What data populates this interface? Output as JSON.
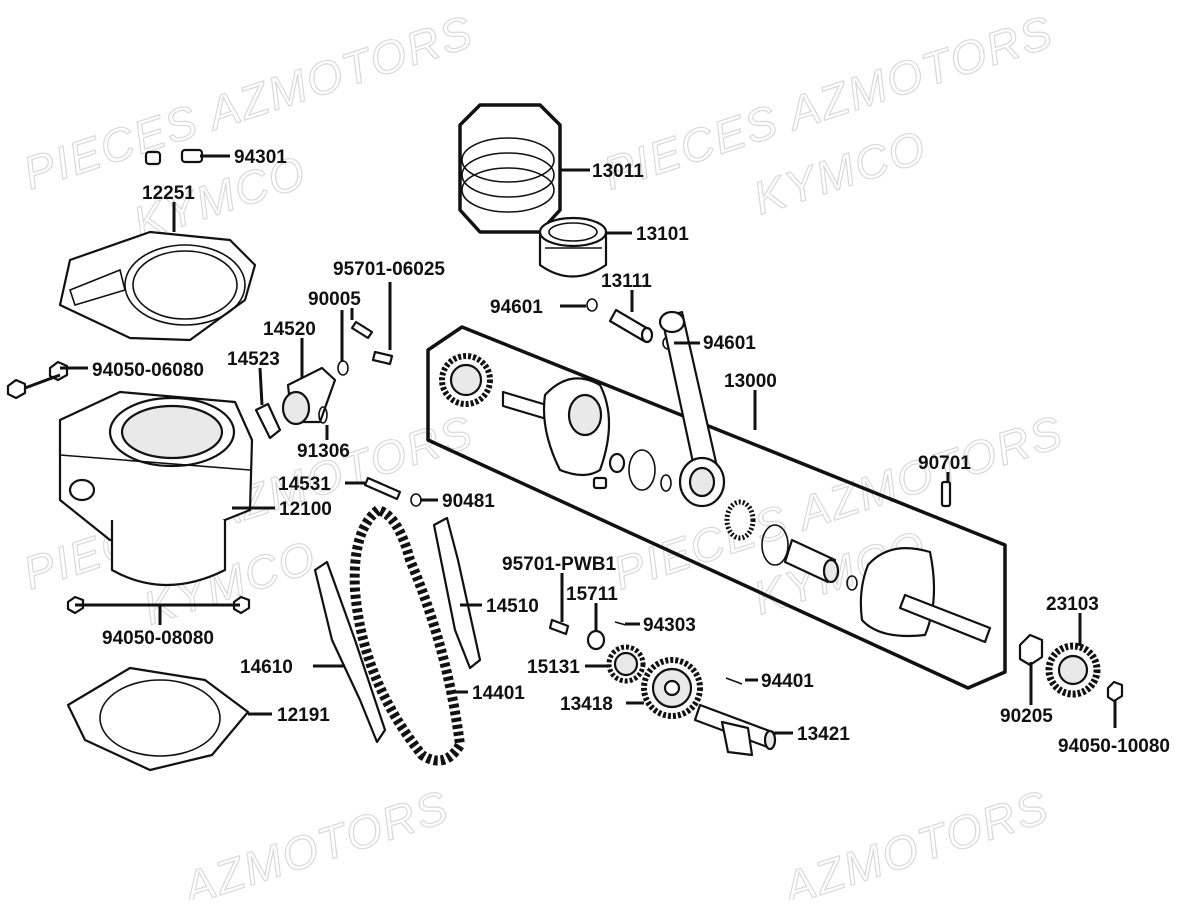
{
  "watermark": {
    "line1": "PIECES AZMOTORS",
    "line2": "KYMCO",
    "line3": "AZMOTORS"
  },
  "callouts": {
    "c94301": "94301",
    "c12251": "12251",
    "c13011": "13011",
    "c13101": "13101",
    "c13111": "13111",
    "c94601a": "94601",
    "c94601b": "94601",
    "c95701_06025": "95701-06025",
    "c90005": "90005",
    "c14520": "14520",
    "c14523": "14523",
    "c94050_06080": "94050-06080",
    "c13000": "13000",
    "c91306": "91306",
    "c90701": "90701",
    "c14531": "14531",
    "c90481": "90481",
    "c12100": "12100",
    "c95701_PWB1": "95701-PWB1",
    "c15711": "15711",
    "c94303": "94303",
    "c14510": "14510",
    "c23103": "23103",
    "c94050_08080": "94050-08080",
    "c15131": "15131",
    "c14610": "14610",
    "c94401": "94401",
    "c14401": "14401",
    "c13418": "13418",
    "c90205": "90205",
    "c12191": "12191",
    "c13421": "13421",
    "c94050_10080": "94050-10080"
  }
}
